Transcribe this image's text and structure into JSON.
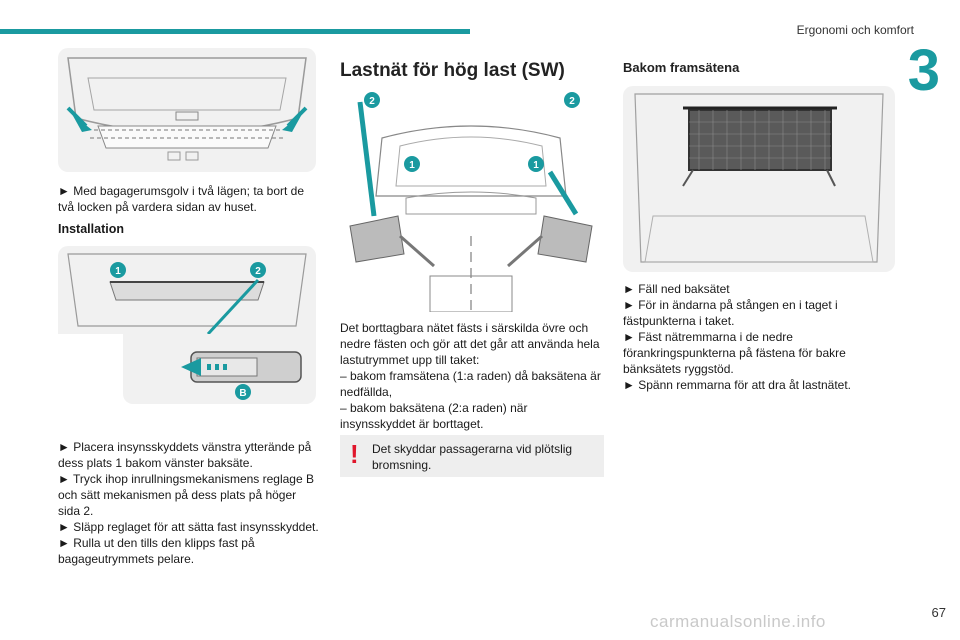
{
  "header": {
    "section_title": "Ergonomi och komfort",
    "chapter_number": "3"
  },
  "left_column": {
    "intro_text": "► Med bagagerumsgolv i två lägen; ta bort de två locken på vardera sidan av huset.",
    "installation_heading": "Installation",
    "steps": [
      "► Placera insynsskyddets vänstra ytterände på dess plats 1 bakom vänster baksäte.",
      "► Tryck ihop inrullningsmekanismens reglage B och sätt mekanismen på dess plats på höger sida 2.",
      "► Släpp reglaget för att sätta fast insynsskyddet.",
      "► Rulla ut den tills den klipps fast på bagageutrymmets pelare."
    ],
    "figure_badges": [
      "1",
      "2",
      "B"
    ]
  },
  "middle_column": {
    "heading": "Lastnät för hög last (SW)",
    "figure_badges": [
      "2",
      "2",
      "1",
      "1"
    ],
    "body": "Det borttagbara nätet fästs i särskilda övre och nedre fästen och gör att det går att använda hela lastutrymmet upp till taket:",
    "list": [
      "– bakom framsätena (1:a raden) då baksätena är nedfällda,",
      "– bakom baksätena (2:a raden) när insynsskyddet är borttaget."
    ],
    "warning": "Det skyddar passagerarna vid plötslig bromsning."
  },
  "right_column": {
    "heading": "Bakom framsätena",
    "steps": [
      "► Fäll ned baksätet",
      "► För in ändarna på stången en i taget i fästpunkterna i taket.",
      "► Fäst nätremmarna i de nedre förankringspunkterna på fästena för bakre bänksätets ryggstöd.",
      "► Spänn remmarna för att dra åt lastnätet."
    ]
  },
  "footer": {
    "page_number": "67",
    "watermark": "carmanualsonline.info"
  },
  "colors": {
    "accent": "#1a9aa0",
    "warning": "#e0162b",
    "figure_background": "#f1f1f1"
  }
}
